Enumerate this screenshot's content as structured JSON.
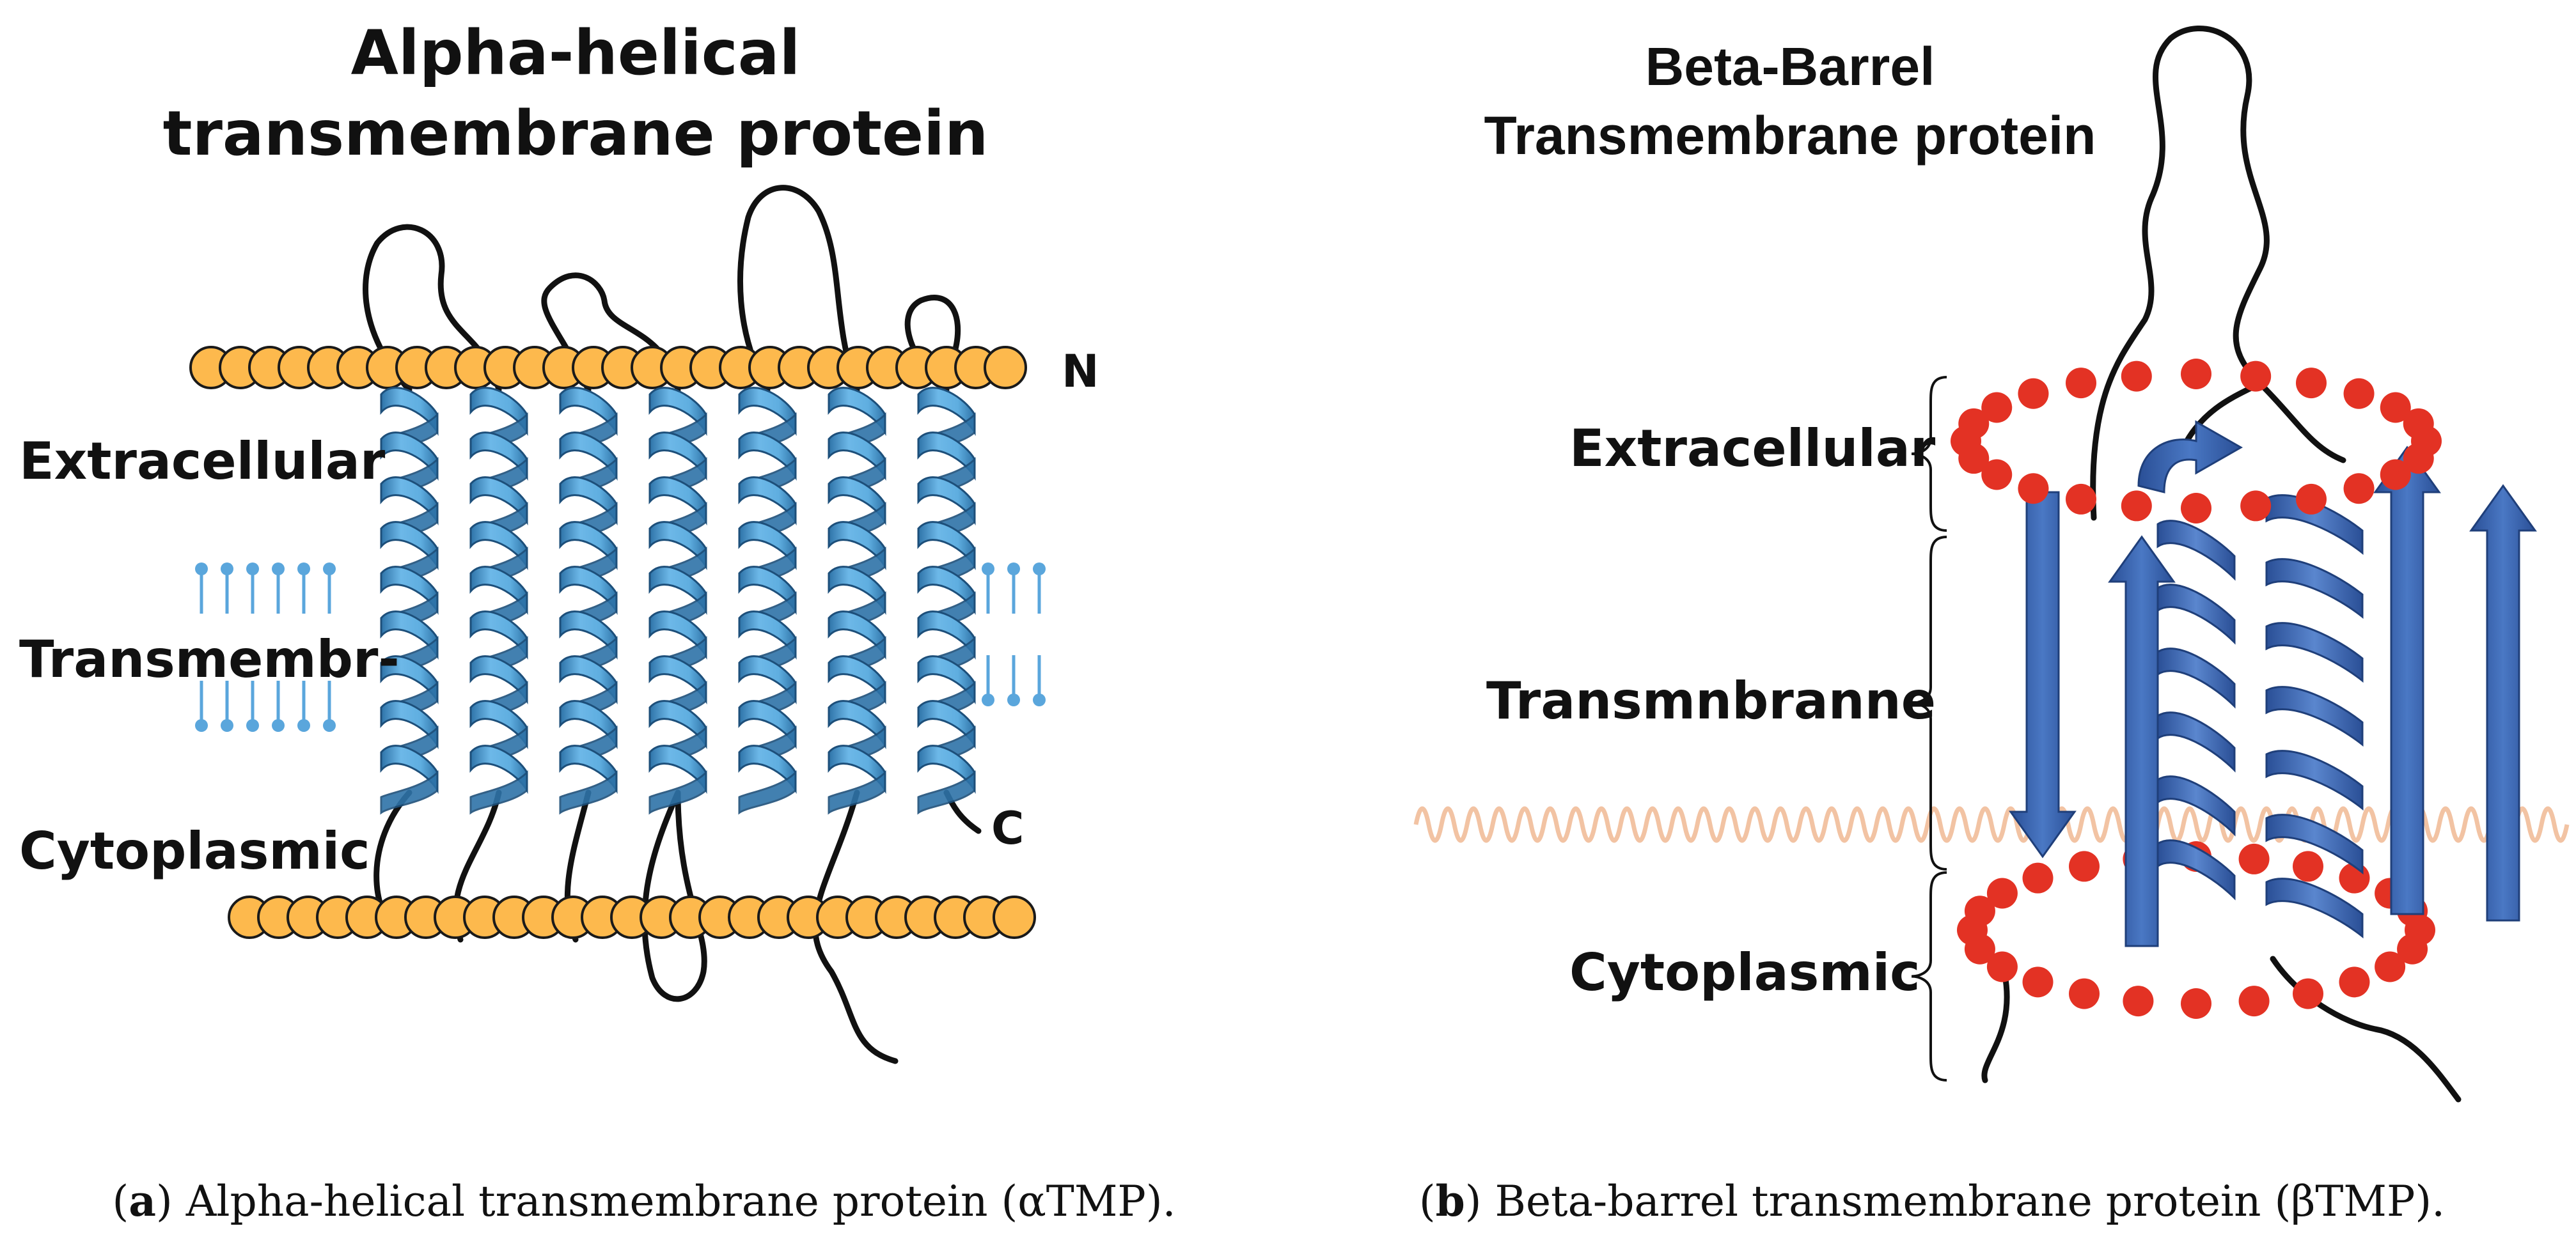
{
  "panel_a": {
    "title_line1": "Alpha-helical",
    "title_line2": "transmembrane protein",
    "labels": {
      "extracellular": "Extracellular",
      "transmembrane": "Transmembr-",
      "cytoplasmic": "Cytoplasmic"
    },
    "terminus_n": "N",
    "terminus_c": "C",
    "caption_tag": "a",
    "caption_text": "Alpha-helical transmembrane protein (αTMP)."
  },
  "panel_b": {
    "title_line1": "Beta-Barrel",
    "title_line2": "Transmembrane protein",
    "labels": {
      "extracellular": "Extracellular",
      "transmembrane": "Transmnbranne",
      "cytoplasmic": "Cytoplasmic"
    },
    "caption_tag": "b",
    "caption_text": "Beta-barrel transmembrane protein (βTMP)."
  },
  "colors": {
    "lipid_head": "#FDB94D",
    "helix": "#5FAEE0",
    "helix_dark": "#2E73A8",
    "strand": "#3E69B4",
    "barrel_bead": "#E33224",
    "wave": "#F2C3A3",
    "loop": "#111111",
    "lipid_tail": "#5AA6DC"
  }
}
